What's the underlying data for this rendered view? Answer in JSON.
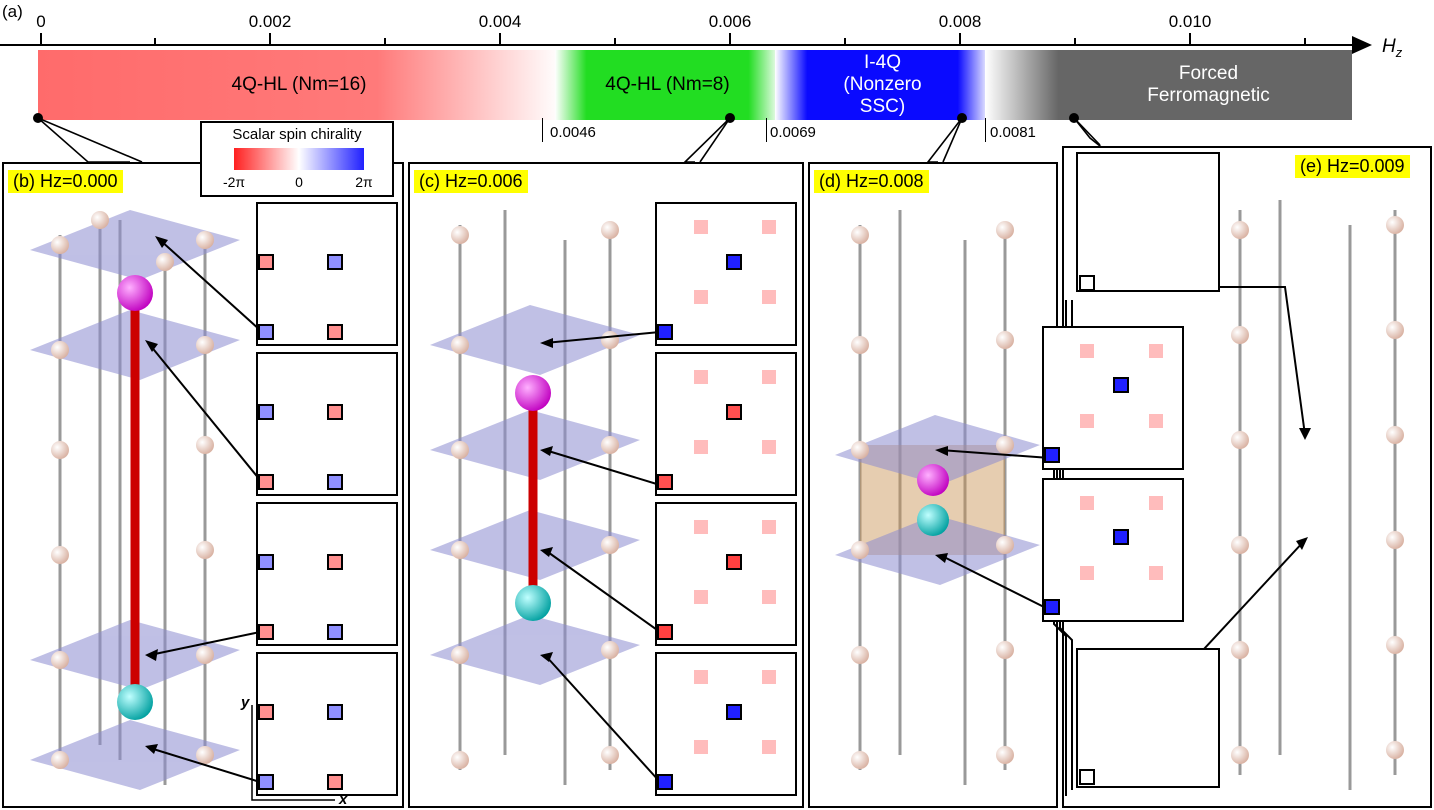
{
  "panel_a": {
    "label": "(a)",
    "axis_label": "H",
    "axis_sub": "z",
    "ticks": [
      "0",
      "0.002",
      "0.004",
      "0.006",
      "0.008",
      "0.010"
    ],
    "boundaries": [
      "0.0046",
      "0.0069",
      "0.0081"
    ],
    "phases": [
      {
        "name": "4Q-HL (Nm=16)",
        "color": "#ff6b6b"
      },
      {
        "name": "4Q-HL (Nm=8)",
        "color": "#22dd22"
      },
      {
        "name": "I-4Q (Nonzero SSC)",
        "color": "#0a0aff"
      },
      {
        "name": "Forced Ferromagnetic",
        "color": "#666666"
      }
    ]
  },
  "legend": {
    "title": "Scalar spin chirality",
    "min": "-2π",
    "mid": "0",
    "max": "2π"
  },
  "panels": [
    {
      "id": "b",
      "label": "(b) Hz=0.000"
    },
    {
      "id": "c",
      "label": "(c) Hz=0.006"
    },
    {
      "id": "d",
      "label": "(d) Hz=0.008"
    },
    {
      "id": "e",
      "label": "(e) Hz=0.009"
    }
  ],
  "axes_labels": {
    "x": "x",
    "y": "y"
  }
}
